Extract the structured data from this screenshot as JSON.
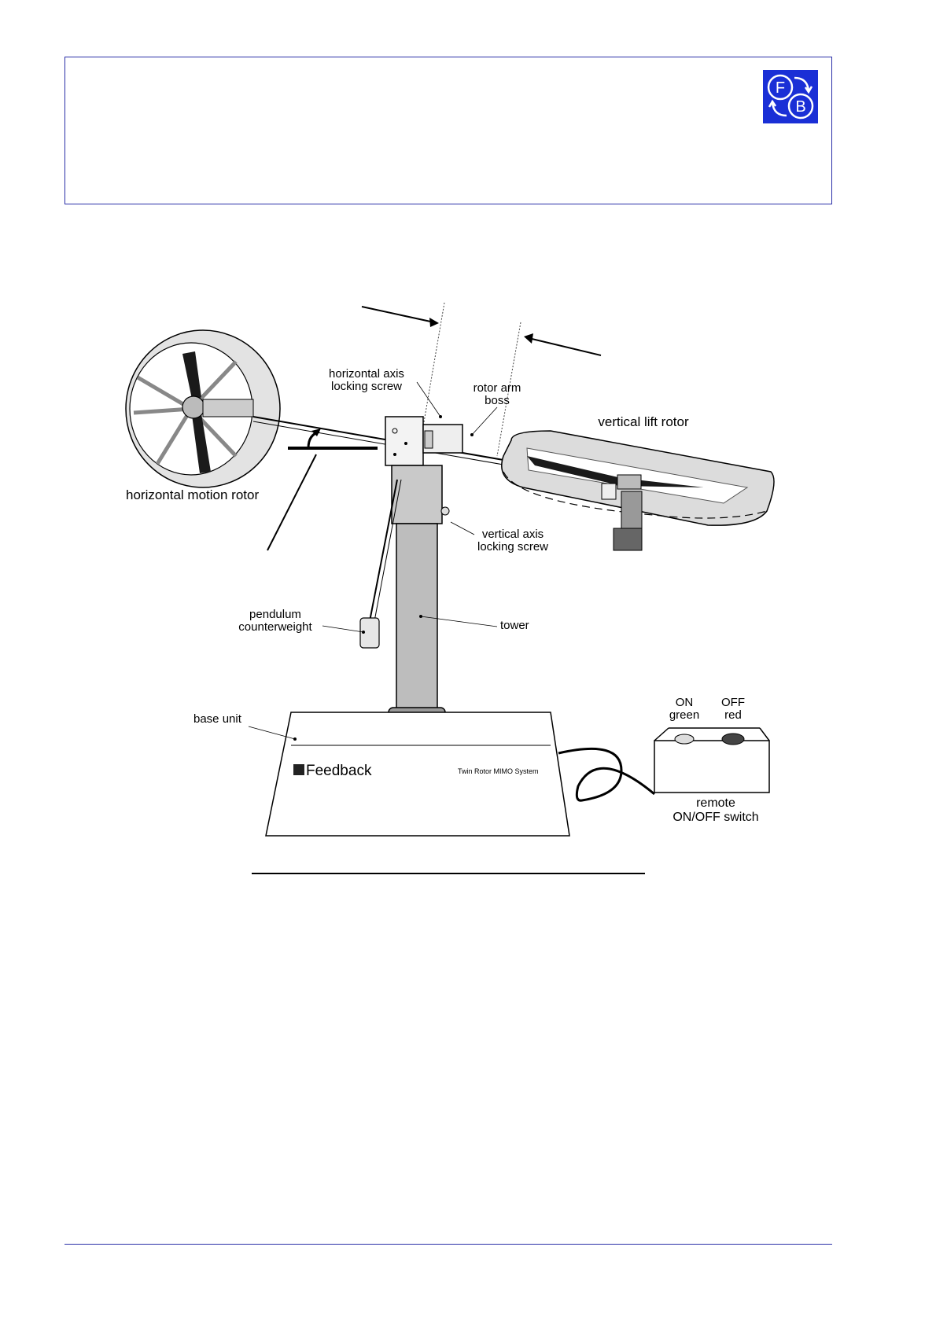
{
  "logo": {
    "letter_top": "F",
    "letter_bottom": "B",
    "color": "#1a2fd6"
  },
  "colors": {
    "rule": "#2a2fa8"
  },
  "figure": {
    "labels": {
      "h_axis_screw_1": "horizontal axis",
      "h_axis_screw_2": "locking screw",
      "rotor_boss_1": "rotor arm",
      "rotor_boss_2": "boss",
      "vertical_lift_rotor": "vertical lift rotor",
      "horizontal_motion_rotor": "horizontal motion rotor",
      "v_axis_screw_1": "vertical axis",
      "v_axis_screw_2": "locking screw",
      "pendulum_1": "pendulum",
      "pendulum_2": "counterweight",
      "tower": "tower",
      "base_unit": "base unit",
      "on_1": "ON",
      "on_2": "green",
      "off_1": "OFF",
      "off_2": "red",
      "remote_1": "remote",
      "remote_2": "ON/OFF switch",
      "brand": "Feedback",
      "product": "Twin Rotor MIMO System"
    }
  }
}
